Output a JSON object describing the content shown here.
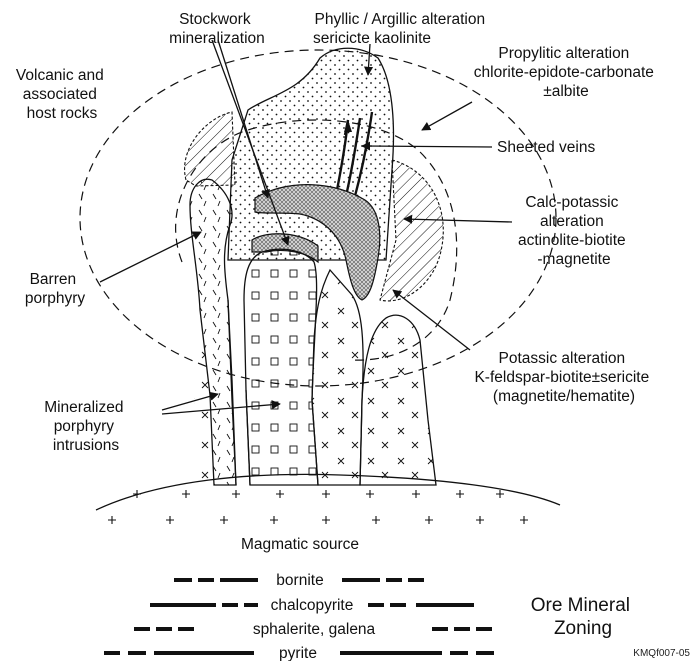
{
  "labels": {
    "stockwork": [
      "Stockwork",
      "mineralization"
    ],
    "phyllic": [
      "Phyllic / Argillic alteration",
      "sericicte  kaolinite"
    ],
    "propylitic": [
      "Propylitic alteration",
      "chlorite-epidote-carbonate",
      "±albite"
    ],
    "volcanic": [
      "Volcanic and",
      "associated",
      "host rocks"
    ],
    "sheeted_veins": "Sheeted veins",
    "calc_potassic": [
      "Calc-potassic",
      "alteration",
      "actinolite-biotite",
      "-magnetite"
    ],
    "barren": [
      "Barren",
      "porphyry"
    ],
    "potassic": [
      "Potassic alteration",
      "K-feldspar-biotite±sericite",
      "(magnetite/hematite)"
    ],
    "mineralized": [
      "Mineralized",
      "porphyry",
      "intrusions"
    ],
    "magmatic_source": "Magmatic source"
  },
  "zoning": {
    "title": [
      "Ore Mineral",
      "Zoning"
    ],
    "minerals": [
      "bornite",
      "chalcopyrite",
      "sphalerite, galena",
      "pyrite"
    ]
  },
  "figure_code": "KMQf007-05",
  "colors": {
    "ink": "#111111",
    "ore_shell": "#bdbdbd",
    "paper": "#ffffff"
  }
}
